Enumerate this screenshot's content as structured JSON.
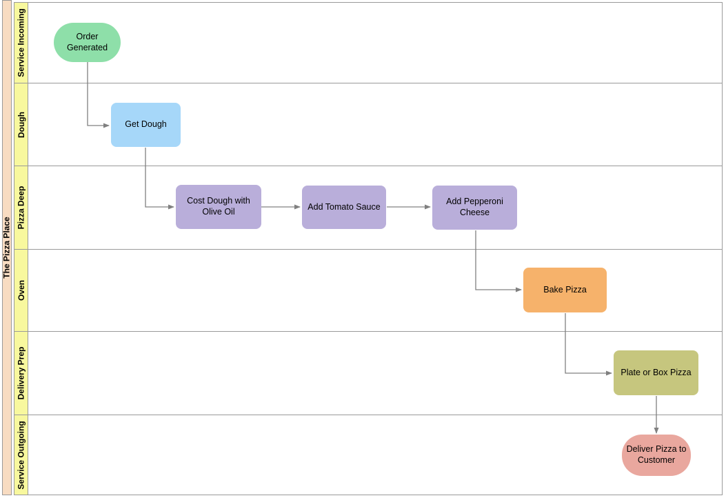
{
  "pool": {
    "title": "The Pizza Place"
  },
  "lanes": [
    {
      "label": "Service Incoming"
    },
    {
      "label": "Dough"
    },
    {
      "label": "Pizza Deep"
    },
    {
      "label": "Oven"
    },
    {
      "label": "Delivery Prep"
    },
    {
      "label": "Service Outgoing"
    }
  ],
  "nodes": {
    "order_generated": {
      "label": "Order Generated",
      "shape": "terminator",
      "fill": "#8EDFA9",
      "lane": "Service Incoming"
    },
    "get_dough": {
      "label": "Get Dough",
      "shape": "process",
      "fill": "#A6D7F9",
      "lane": "Dough"
    },
    "cost_dough_with_olive_oil": {
      "label": "Cost Dough with Olive Oil",
      "shape": "process",
      "fill": "#B9AEDA",
      "lane": "Pizza Deep"
    },
    "add_tomato_sauce": {
      "label": "Add Tomato Sauce",
      "shape": "process",
      "fill": "#B9AEDA",
      "lane": "Pizza Deep"
    },
    "add_pepperoni_cheese": {
      "label": "Add Pepperoni Cheese",
      "shape": "process",
      "fill": "#B9AEDA",
      "lane": "Pizza Deep"
    },
    "bake_pizza": {
      "label": "Bake Pizza",
      "shape": "process",
      "fill": "#F6B26B",
      "lane": "Oven"
    },
    "plate_or_box_pizza": {
      "label": "Plate or Box Pizza",
      "shape": "process",
      "fill": "#C6C67E",
      "lane": "Delivery Prep"
    },
    "deliver_pizza_to_customer": {
      "label": "Deliver Pizza to Customer",
      "shape": "terminator",
      "fill": "#E9A79E",
      "lane": "Service Outgoing"
    }
  },
  "edges": [
    {
      "from": "order_generated",
      "to": "get_dough"
    },
    {
      "from": "get_dough",
      "to": "cost_dough_with_olive_oil"
    },
    {
      "from": "cost_dough_with_olive_oil",
      "to": "add_tomato_sauce"
    },
    {
      "from": "add_tomato_sauce",
      "to": "add_pepperoni_cheese"
    },
    {
      "from": "add_pepperoni_cheese",
      "to": "bake_pizza"
    },
    {
      "from": "bake_pizza",
      "to": "plate_or_box_pizza"
    },
    {
      "from": "plate_or_box_pizza",
      "to": "deliver_pizza_to_customer"
    }
  ],
  "colors": {
    "pool_title_bg": "#F8DCC2",
    "lane_label_bg": "#F8F89E",
    "grid_line": "#999999",
    "connector": "#808080",
    "text": "#000000",
    "background": "#FFFFFF"
  }
}
